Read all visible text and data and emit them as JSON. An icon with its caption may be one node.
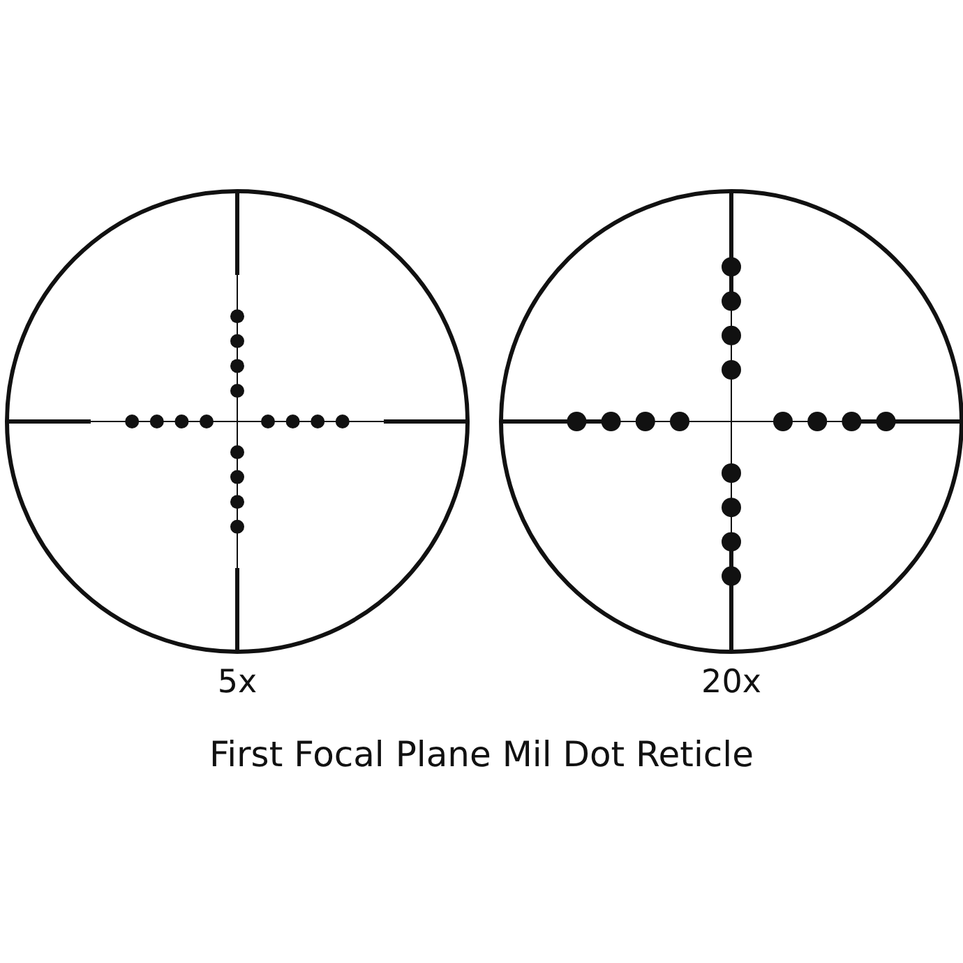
{
  "diagram": {
    "caption": "First Focal Plane Mil Dot Reticle",
    "nodes": [
      {
        "text": [],
        "shape": "circle",
        "beside": [
          "5x"
        ]
      },
      {
        "text": [],
        "shape": "circle",
        "beside": [
          "20x"
        ]
      }
    ]
  }
}
